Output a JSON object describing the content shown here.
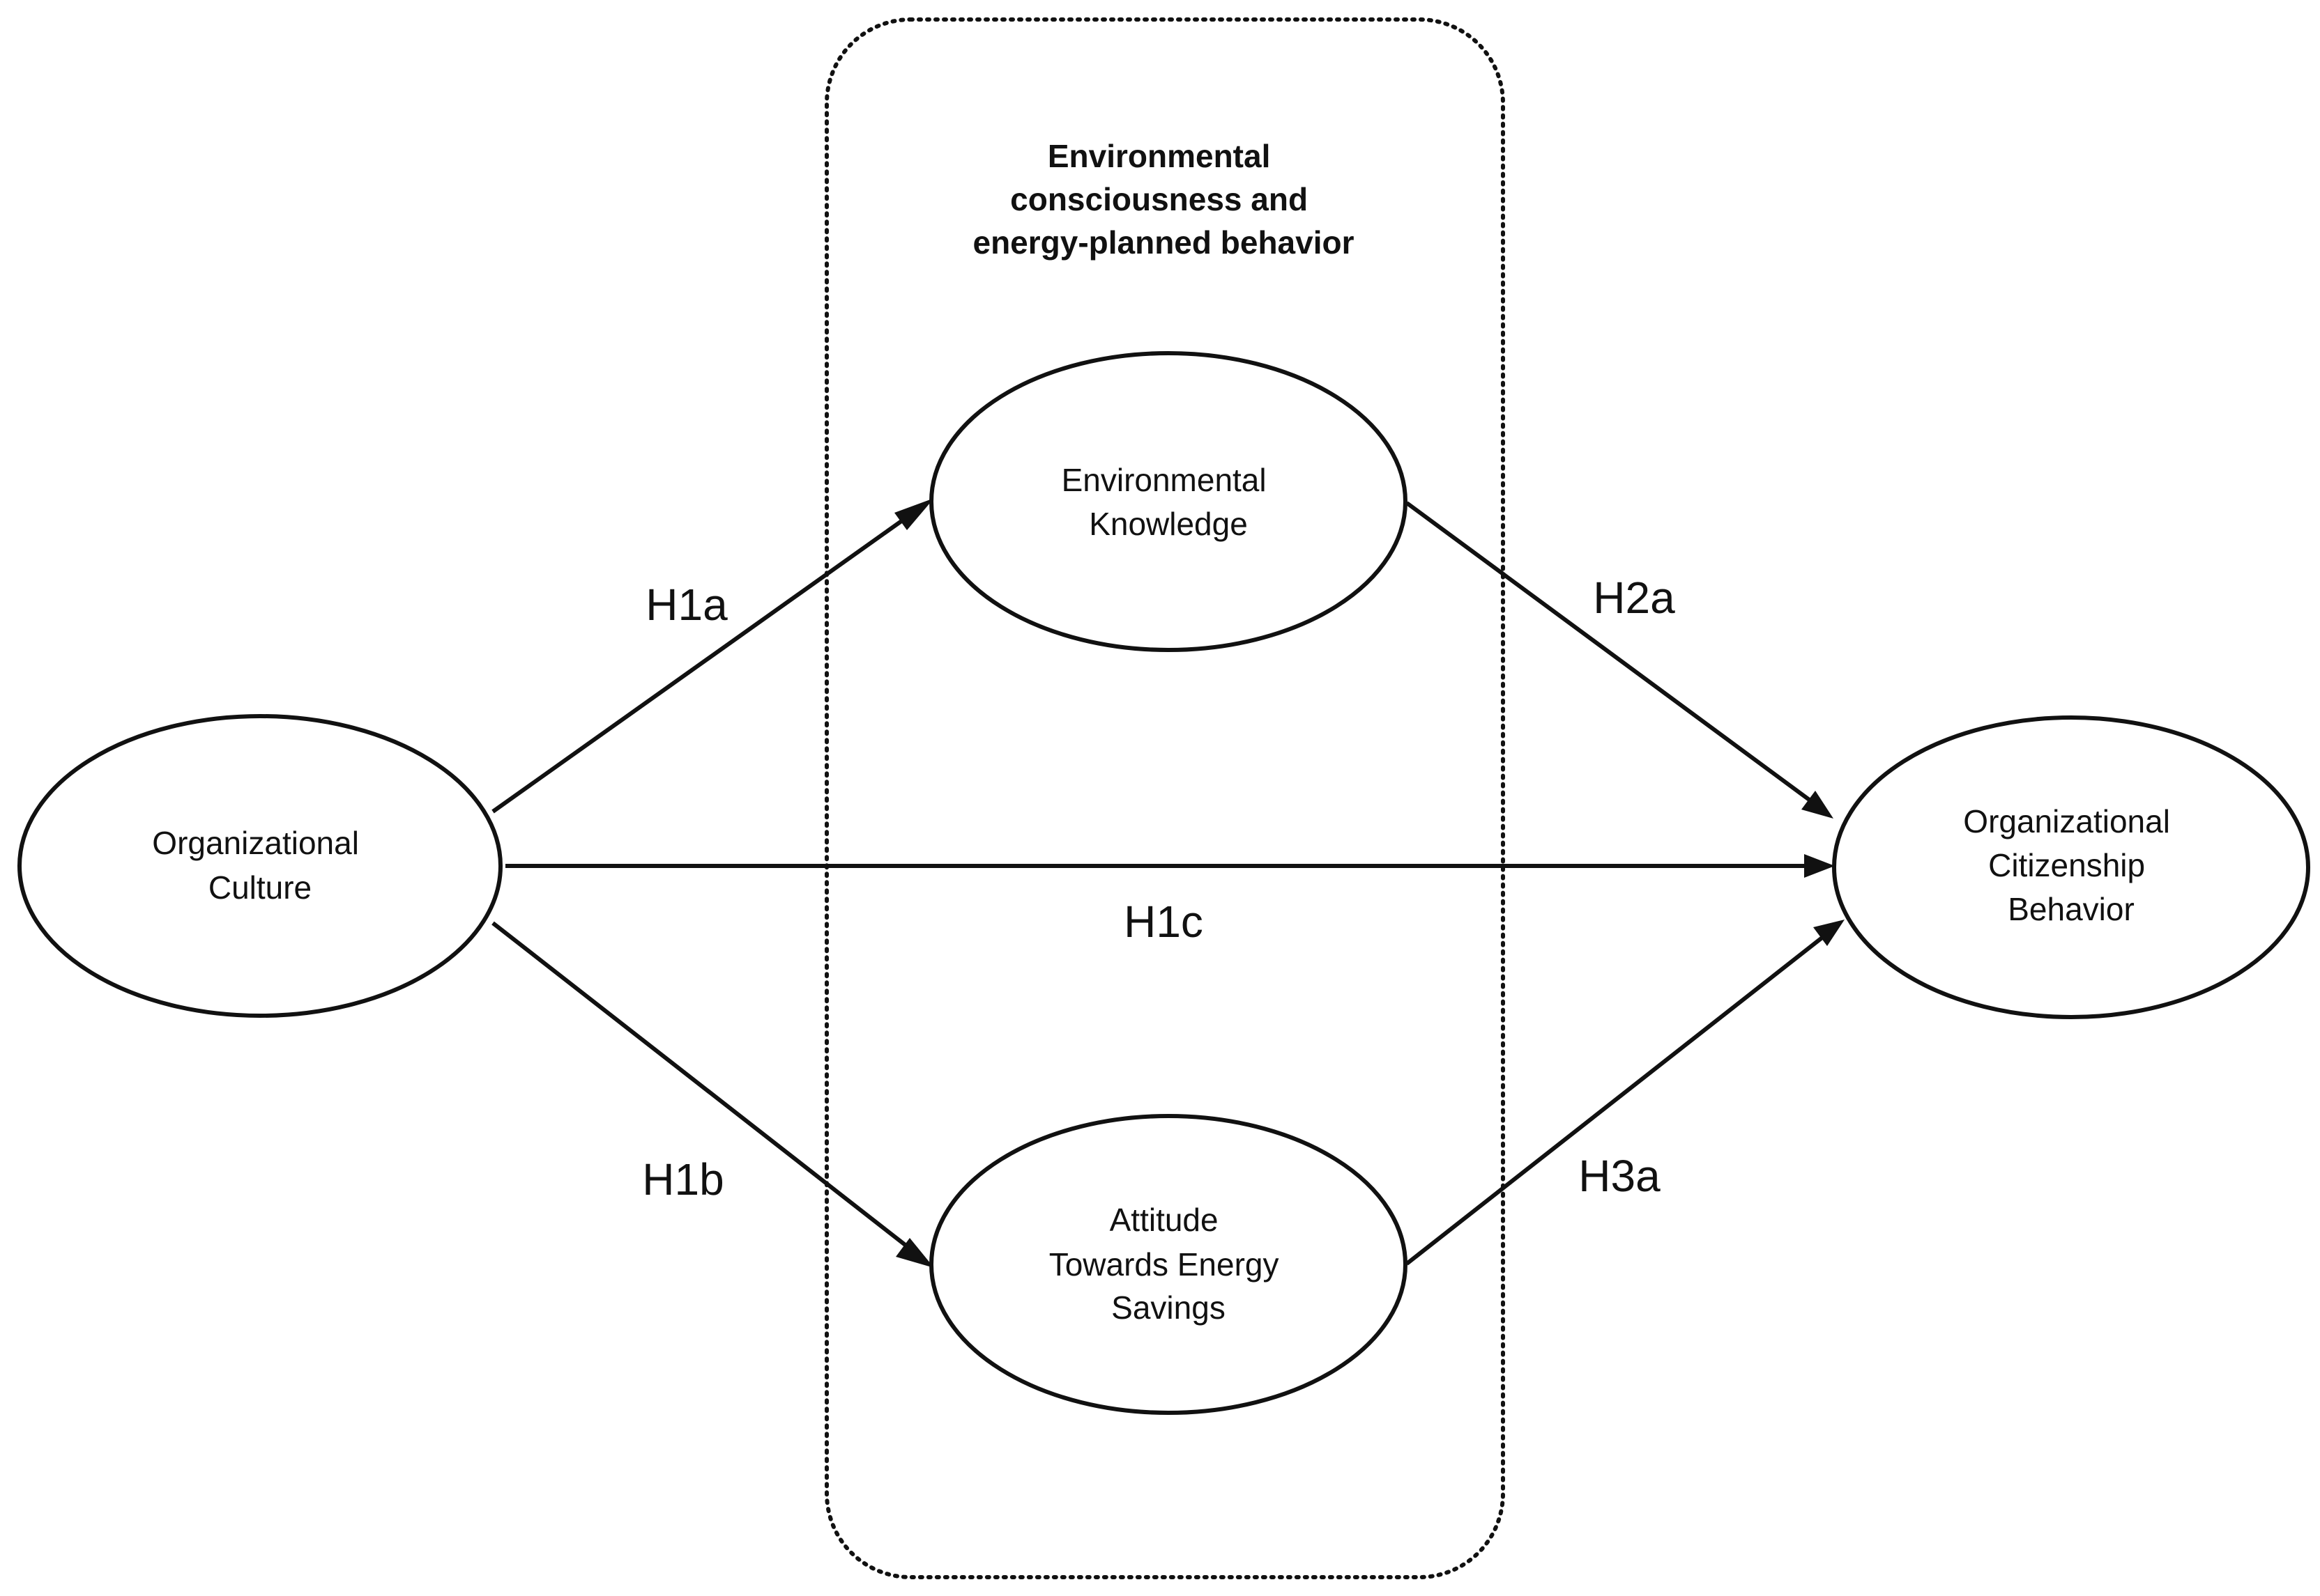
{
  "group": {
    "title_lines": [
      "Environmental",
      "consciousness and",
      "energy-planned behavior"
    ]
  },
  "nodes": {
    "organizational_culture": [
      "Organizational",
      "Culture"
    ],
    "environmental_knowledge": [
      "Environmental",
      "Knowledge"
    ],
    "attitude_energy_savings": [
      "Attitude",
      "Towards Energy",
      "Savings"
    ],
    "organizational_citizenship_behavior": [
      "Organizational",
      "Citizenship",
      "Behavior"
    ]
  },
  "edges": [
    {
      "id": "h1a",
      "label": "H1a",
      "from": "Organizational Culture",
      "to": "Environmental Knowledge"
    },
    {
      "id": "h1b",
      "label": "H1b",
      "from": "Organizational Culture",
      "to": "Attitude Towards Energy Savings"
    },
    {
      "id": "h1c",
      "label": "H1c",
      "from": "Organizational Culture",
      "to": "Organizational Citizenship Behavior"
    },
    {
      "id": "h2a",
      "label": "H2a",
      "from": "Environmental Knowledge",
      "to": "Organizational Citizenship Behavior"
    },
    {
      "id": "h3a",
      "label": "H3a",
      "from": "Attitude Towards Energy Savings",
      "to": "Organizational Citizenship Behavior"
    }
  ],
  "colors": {
    "stroke": "#111111",
    "background": "#ffffff"
  }
}
